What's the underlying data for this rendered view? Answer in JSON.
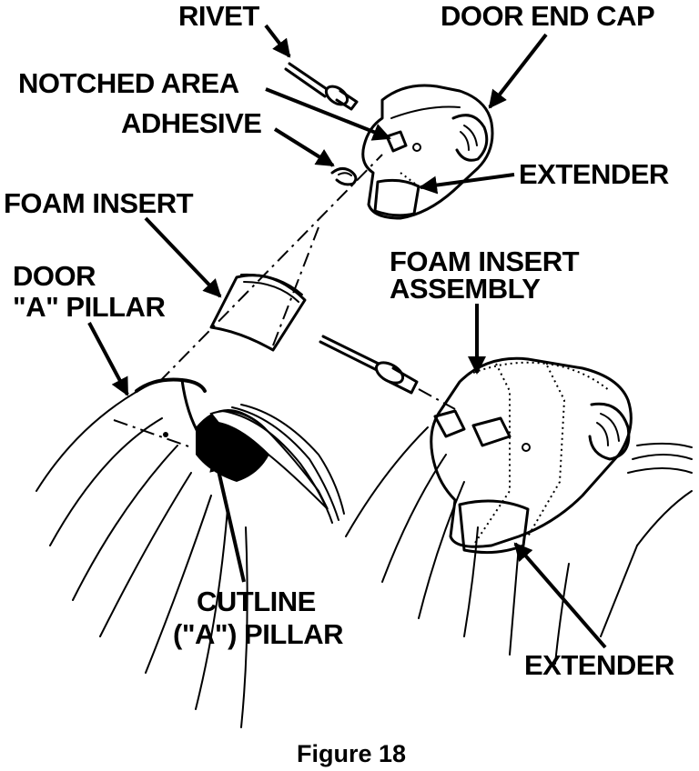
{
  "labels": {
    "rivet": "RIVET",
    "door_end_cap": "DOOR END CAP",
    "notched_area": "NOTCHED AREA",
    "adhesive": "ADHESIVE",
    "extender_top": "EXTENDER",
    "foam_insert": "FOAM INSERT",
    "door_a_pillar_line1": "DOOR",
    "door_a_pillar_line2": "\"A\" PILLAR",
    "foam_insert_assembly_line1": "FOAM INSERT",
    "foam_insert_assembly_line2": "ASSEMBLY",
    "cutline_line1": "CUTLINE",
    "cutline_line2": "(\"A\") PILLAR",
    "extender_bottom": "EXTENDER"
  },
  "caption": "Figure 18",
  "colors": {
    "ink": "#000000",
    "paper": "#ffffff"
  }
}
